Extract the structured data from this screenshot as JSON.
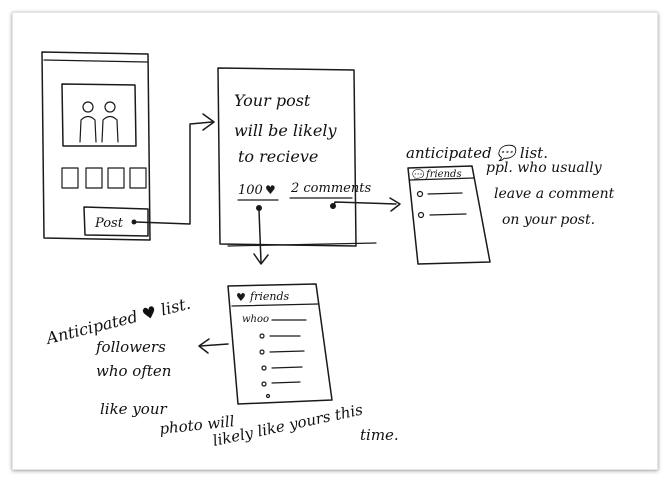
{
  "sketch": {
    "phone_post_button": "Post",
    "middle_panel": {
      "text_lines": [
        "Your post",
        "will be likely",
        "to recieve"
      ],
      "likes": "100",
      "comments": "2 comments"
    },
    "comment_list": {
      "title": "anticipated 💬 list.",
      "header": "friends",
      "note_lines": [
        "ppl. who usually",
        "leave a comment",
        "on your post."
      ]
    },
    "like_list": {
      "title": "Anticipated ♥ list.",
      "header": "friends",
      "row_scribble": "whoo",
      "note_lines": [
        "followers",
        "who often",
        "like your",
        "photo will",
        "likely like yours this",
        "time."
      ]
    }
  },
  "colors": {
    "ink": "#1a1a1a",
    "paper": "#ffffff",
    "shadow": "#999999"
  }
}
